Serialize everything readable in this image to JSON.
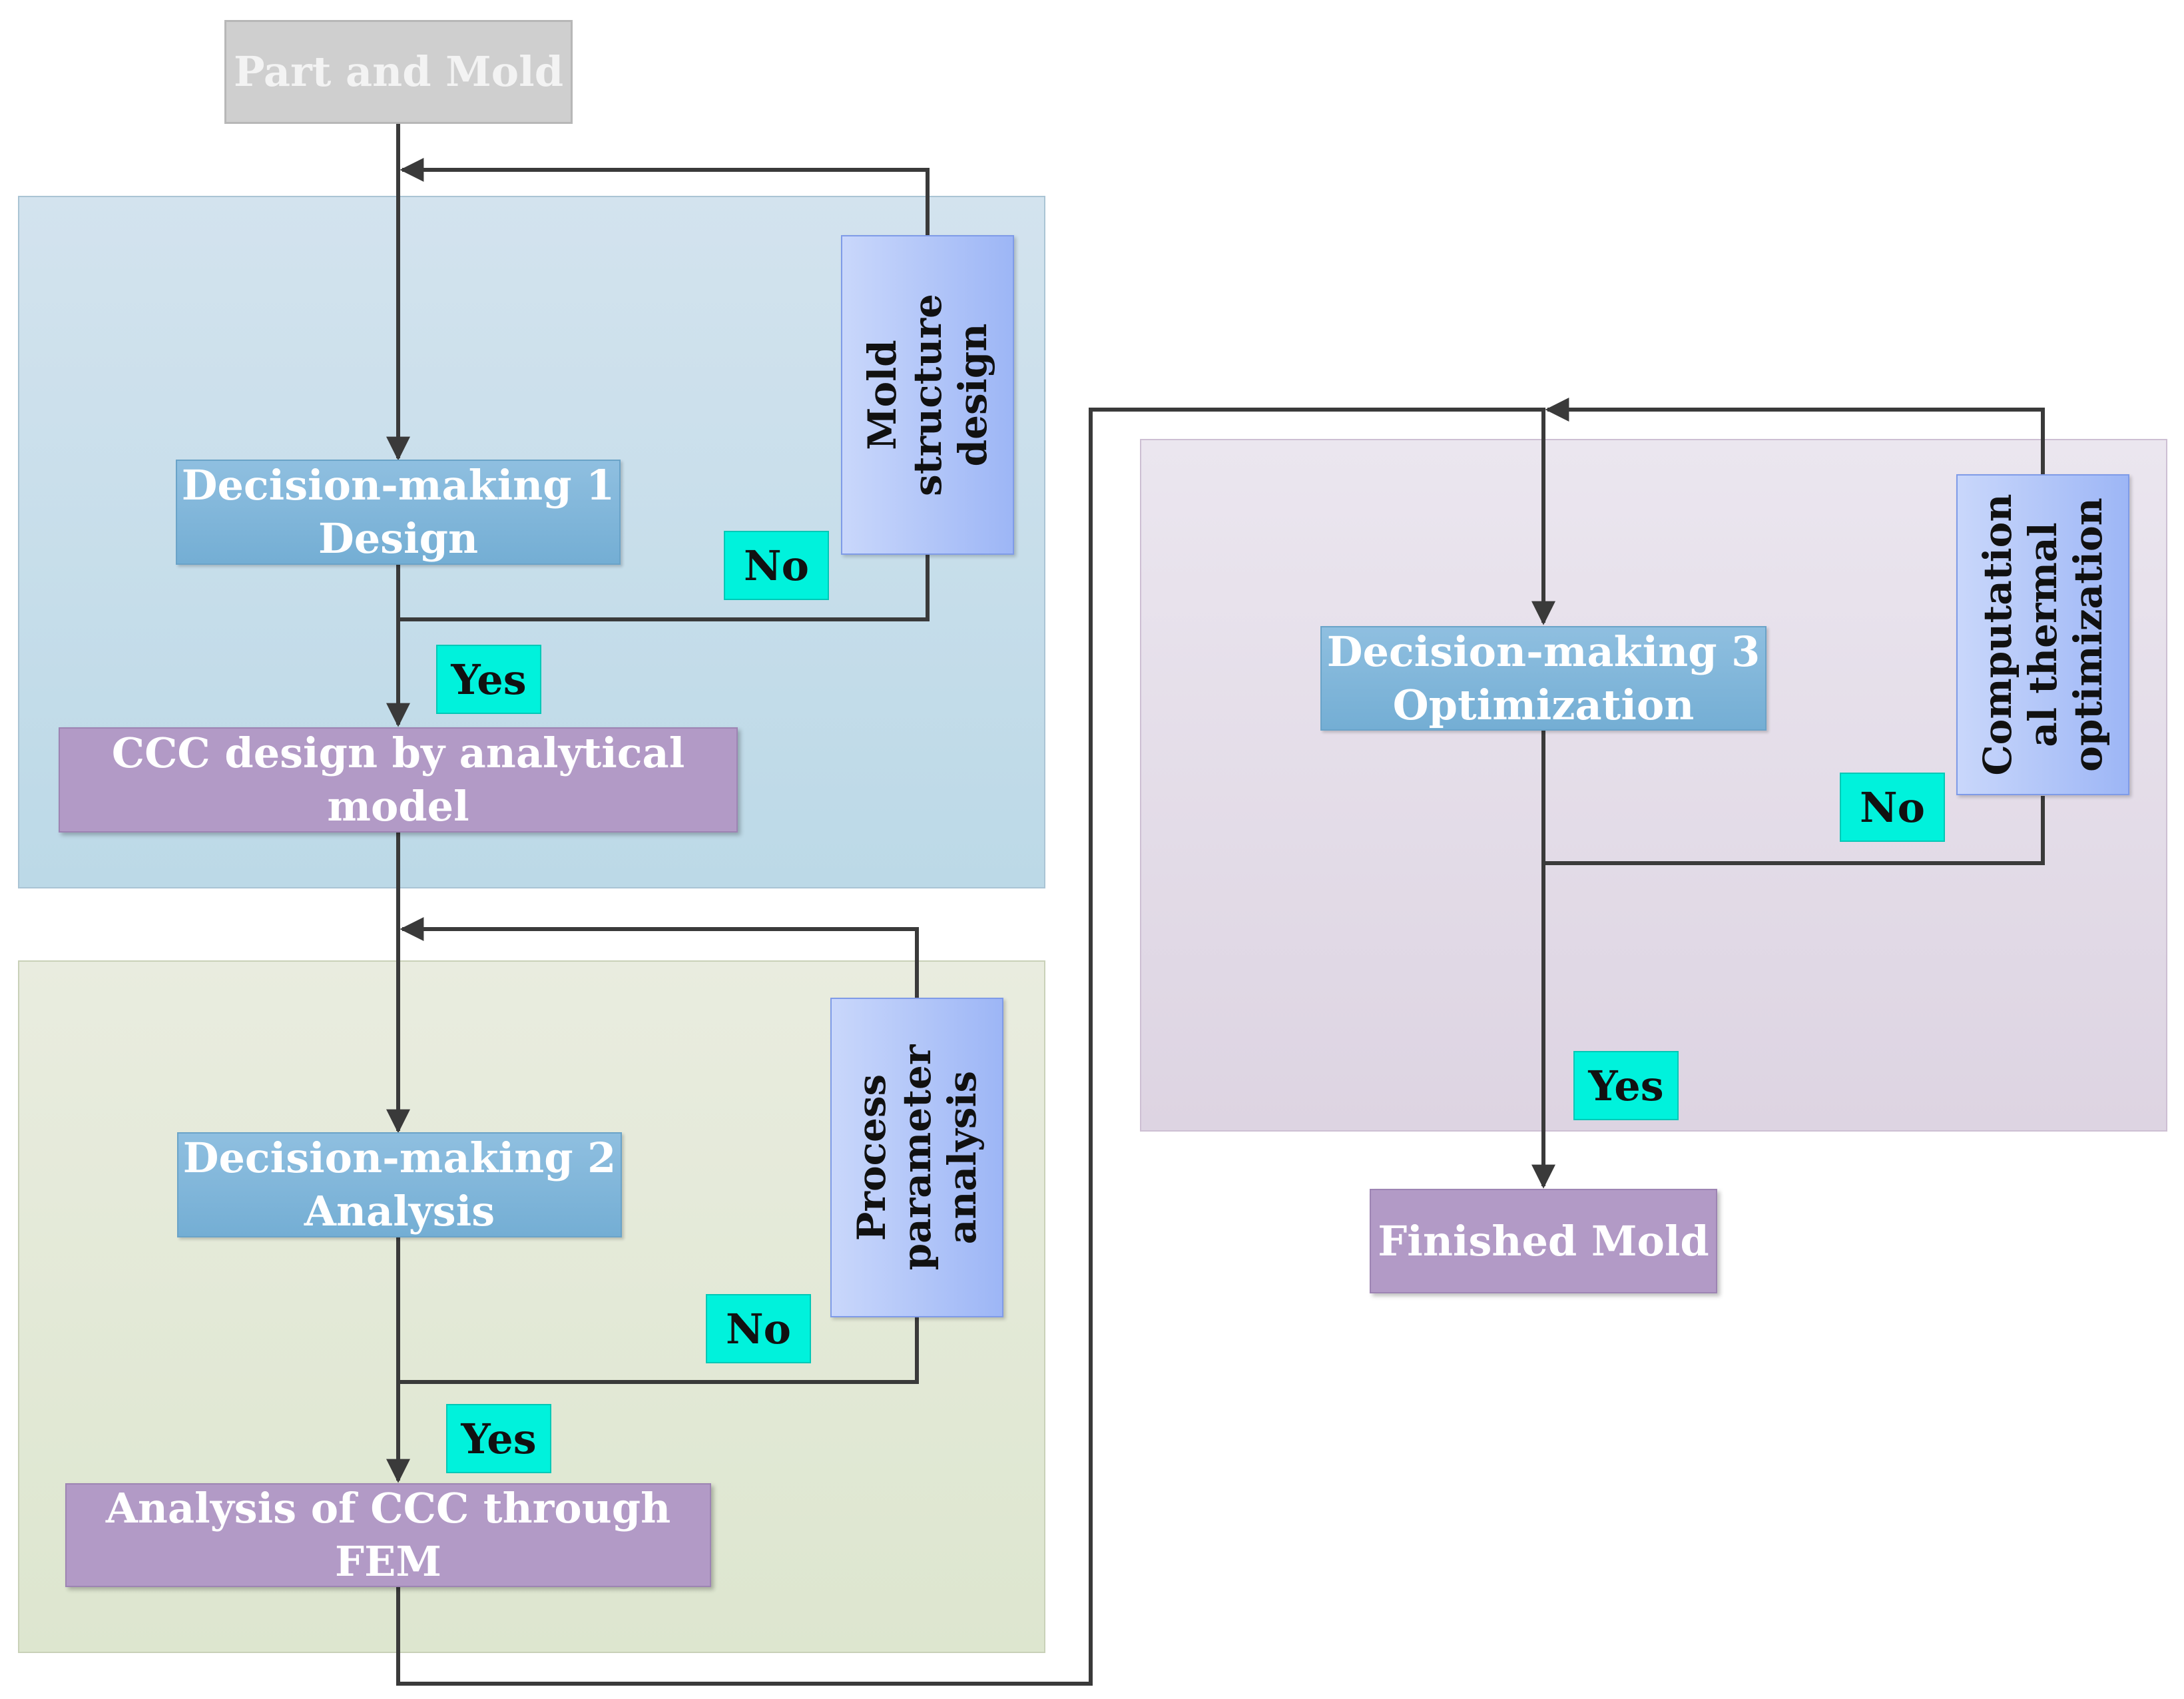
{
  "nodes": {
    "start": "Part and Mold",
    "decision1": {
      "line1": "Decision-making 1",
      "line2": "Design"
    },
    "ccc_design": "CCC design by analytical model",
    "mold_structure": {
      "line1": "Mold",
      "line2": "structure",
      "line3": "design"
    },
    "decision2": {
      "line1": "Decision-making 2",
      "line2": "Analysis"
    },
    "ccc_analysis": "Analysis of CCC through FEM",
    "process_param": {
      "line1": "Process",
      "line2": "parameter",
      "line3": "analysis"
    },
    "decision3": {
      "line1": "Decision-making 3",
      "line2": "Optimization"
    },
    "thermal_opt": {
      "line1": "Computation",
      "line2": "al thermal",
      "line3": "optimization"
    },
    "finished": "Finished Mold"
  },
  "labels": {
    "no1": "No",
    "yes1": "Yes",
    "no2": "No",
    "yes2": "Yes",
    "no3": "No",
    "yes3": "Yes"
  },
  "colors": {
    "decision": "#7fb6da",
    "process": "#b29ac6",
    "side": "#a9bff7",
    "tag": "#00f2dc",
    "connector": "#3a3a3a"
  }
}
